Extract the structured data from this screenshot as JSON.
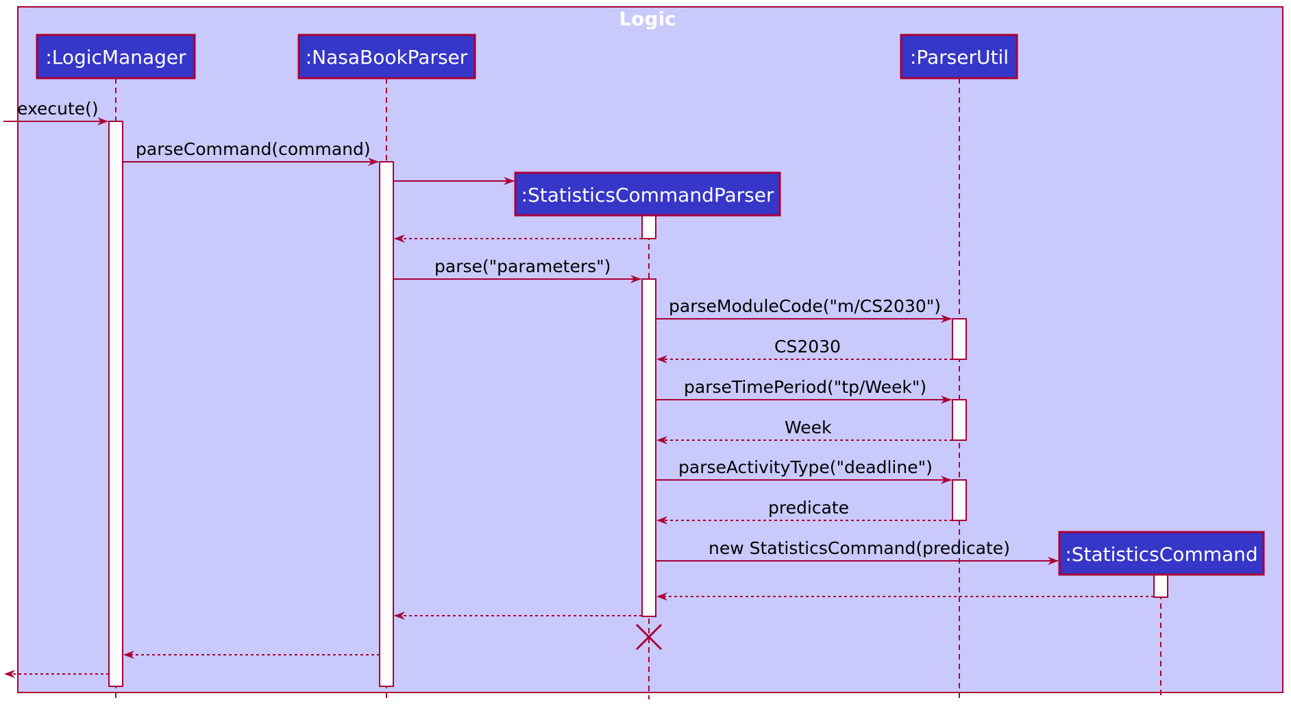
{
  "frame": {
    "title": "Logic"
  },
  "participants": {
    "logic_manager": ":LogicManager",
    "nasabook_parser": ":NasaBookParser",
    "parser_util": ":ParserUtil",
    "statistics_command_parser": ":StatisticsCommandParser",
    "statistics_command": ":StatisticsCommand"
  },
  "messages": {
    "execute": "execute()",
    "parse_command": "parseCommand(command)",
    "parse": "parse(\"parameters\")",
    "parse_module_code": "parseModuleCode(\"m/CS2030\")",
    "module_code_return": "CS2030",
    "parse_time_period": "parseTimePeriod(\"tp/Week\")",
    "time_period_return": "Week",
    "parse_activity_type": "parseActivityType(\"deadline\")",
    "predicate_return": "predicate",
    "new_statistics_command": "new StatisticsCommand(predicate)"
  },
  "colors": {
    "frame_fill": "#c9c9fb",
    "participant_fill": "#3636c8",
    "line": "#a80036",
    "participant_text": "#ffffff",
    "message_text": "#000000"
  }
}
